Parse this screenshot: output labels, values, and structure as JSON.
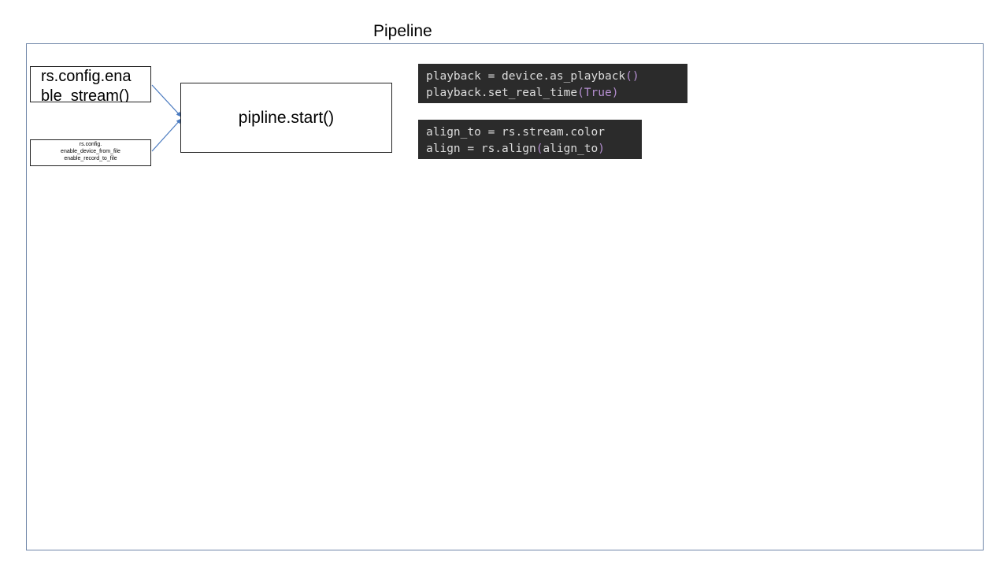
{
  "title": "Pipeline",
  "boxes": {
    "enable_stream": {
      "line1": "rs.config.ena",
      "line2": "ble_stream()"
    },
    "enable_file": {
      "line1": "rs.config.",
      "line2": "enable_device_from_file",
      "line3": "enable_record_to_file"
    },
    "pipeline_start": "pipline.start()"
  },
  "code": {
    "playback": {
      "line1_text": "playback = device.as_playback",
      "line1_paren": "()",
      "line2_text": "playback.set_real_time",
      "line2_paren": "(True)"
    },
    "align": {
      "line1_text": "align_to = rs.stream.color",
      "line2_text": "align = rs.align",
      "line2_paren_open": "(",
      "line2_arg": "align_to",
      "line2_paren_close": ")"
    }
  },
  "colors": {
    "arrow": "#4a7abf",
    "frame_border": "#6f86a8",
    "code_background": "#2b2b2b",
    "code_text": "#dcdcdc",
    "code_paren": "#b58fd1"
  }
}
